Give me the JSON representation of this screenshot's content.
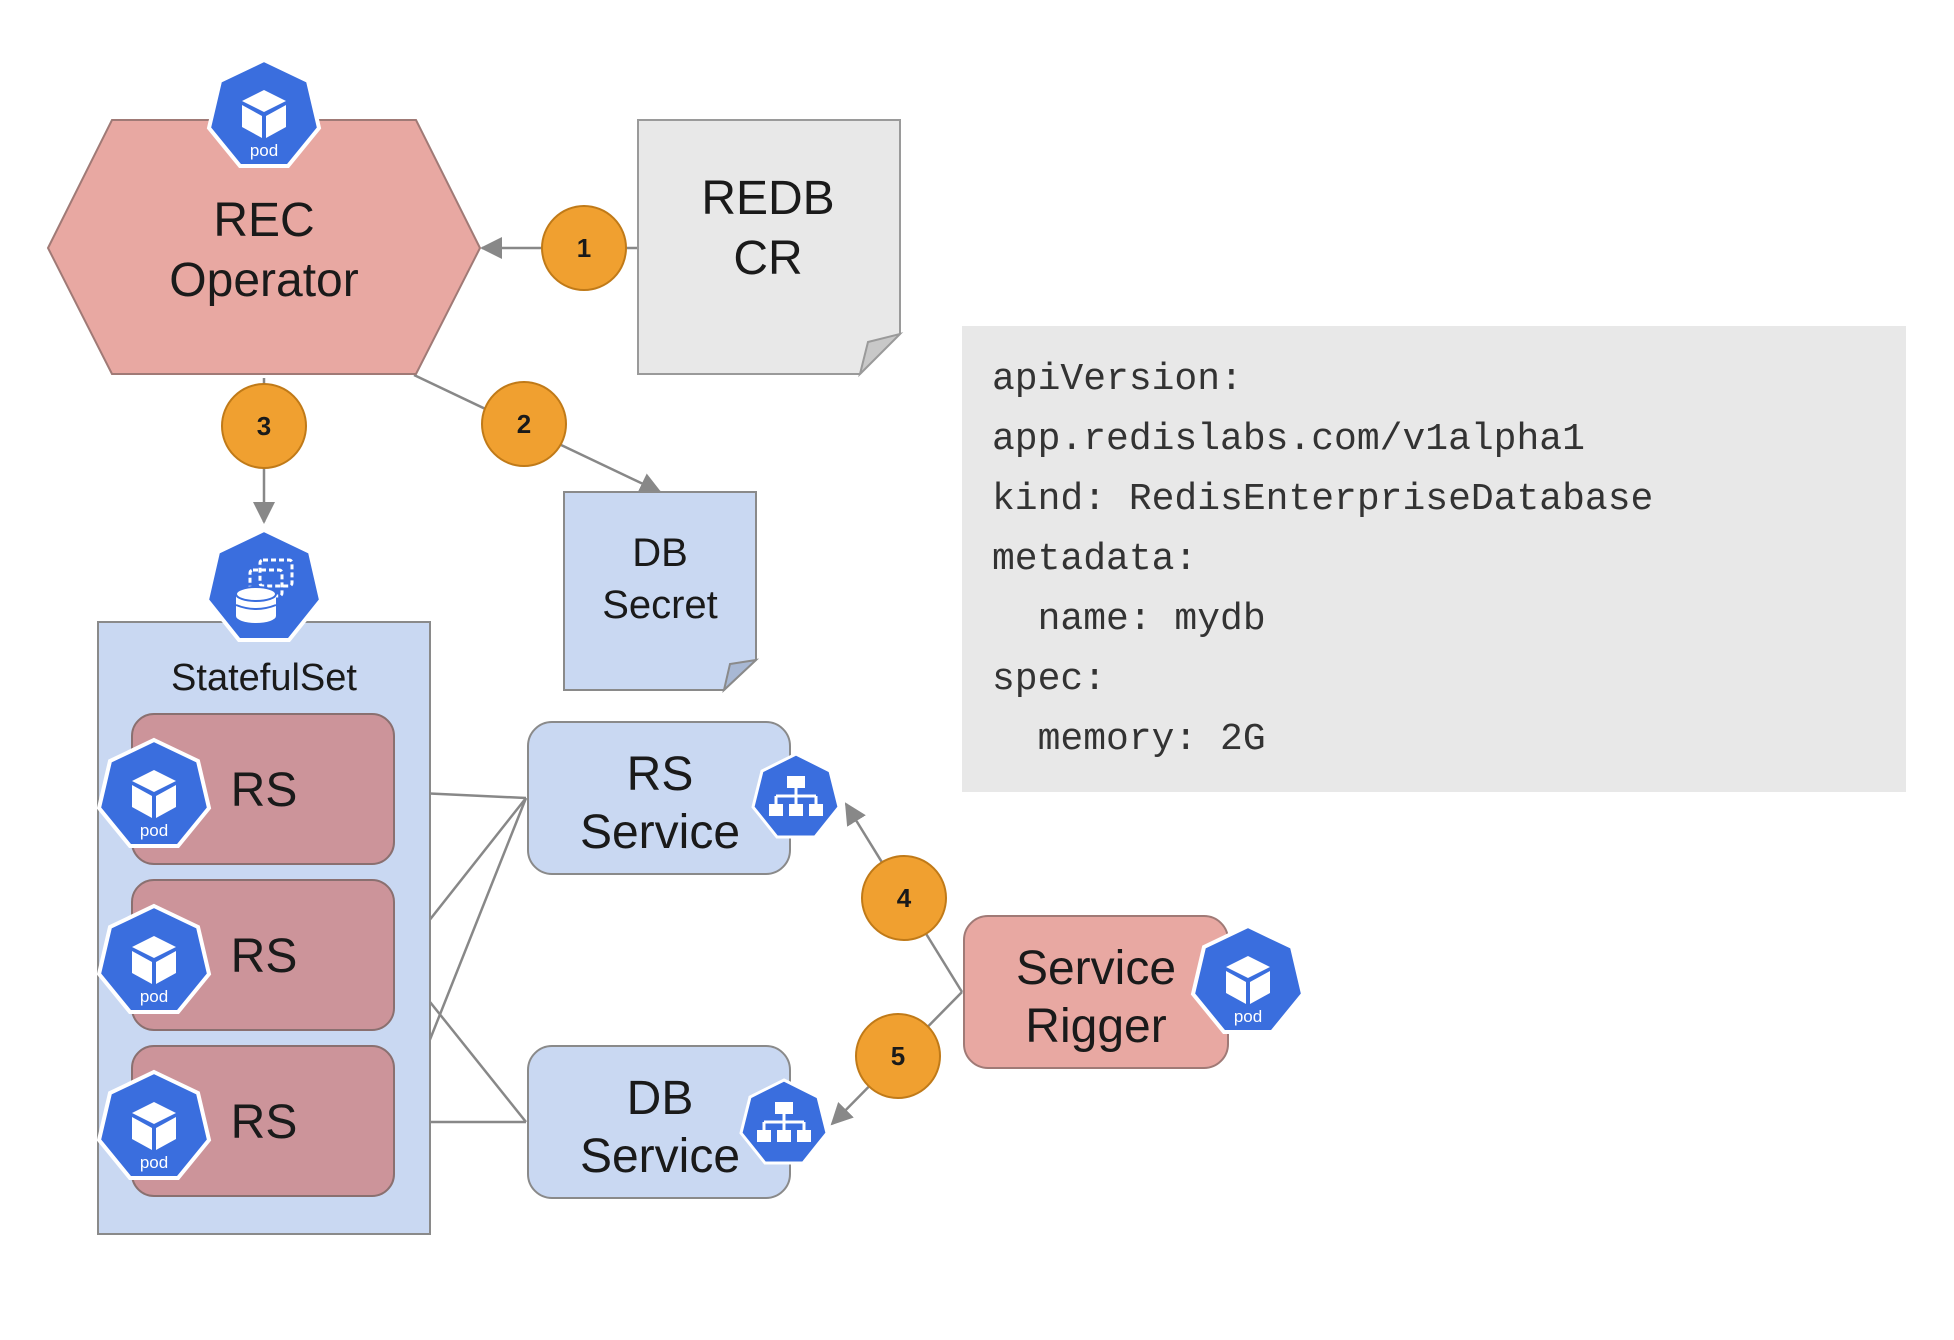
{
  "nodes": {
    "rec_operator": {
      "line1": "REC",
      "line2": "Operator"
    },
    "redb_cr": {
      "line1": "REDB",
      "line2": "CR"
    },
    "db_secret": {
      "line1": "DB",
      "line2": "Secret"
    },
    "statefulset": {
      "label": "StatefulSet"
    },
    "rs_pods": [
      "RS",
      "RS",
      "RS"
    ],
    "rs_service": {
      "line1": "RS",
      "line2": "Service"
    },
    "db_service": {
      "line1": "DB",
      "line2": "Service"
    },
    "service_rigger": {
      "line1": "Service",
      "line2": "Rigger"
    }
  },
  "pod_label": "pod",
  "steps": [
    "1",
    "2",
    "3",
    "4",
    "5"
  ],
  "yaml_lines": [
    "apiVersion:",
    "app.redislabs.com/v1alpha1",
    "kind: RedisEnterpriseDatabase",
    "metadata:",
    "  name: mydb",
    "spec:",
    "  memory: 2G"
  ],
  "colors": {
    "operator_fill": "#e8a8a2",
    "rs_fill": "#cc949a",
    "rigger_fill": "#e8a8a2",
    "service_fill": "#c9d8f2",
    "secret_fill": "#c9d8f2",
    "cr_fill": "#e8e8e8",
    "statefulset_fill": "#c9d8f2",
    "k8s_blue": "#3a6ede",
    "step_badge": "#f0a030",
    "arrow": "#888888"
  }
}
